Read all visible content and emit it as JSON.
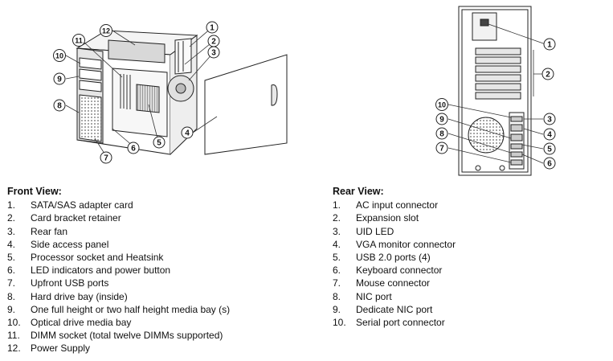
{
  "front": {
    "heading": "Front View:",
    "callouts": [
      "1",
      "2",
      "3",
      "4",
      "5",
      "6",
      "7",
      "8",
      "9",
      "10",
      "11",
      "12"
    ],
    "items": [
      {
        "num": "1.",
        "label": "SATA/SAS adapter card"
      },
      {
        "num": "2.",
        "label": "Card bracket retainer"
      },
      {
        "num": "3.",
        "label": "Rear fan"
      },
      {
        "num": "4.",
        "label": "Side access panel"
      },
      {
        "num": "5.",
        "label": "Processor socket and Heatsink"
      },
      {
        "num": "6.",
        "label": "LED indicators and power button"
      },
      {
        "num": "7.",
        "label": "Upfront USB ports"
      },
      {
        "num": "8.",
        "label": "Hard drive bay (inside)"
      },
      {
        "num": "9.",
        "label": "One full height or two half height media bay (s)"
      },
      {
        "num": "10.",
        "label": "Optical drive media bay"
      },
      {
        "num": "11.",
        "label": "DIMM socket (total twelve DIMMs supported)"
      },
      {
        "num": "12.",
        "label": "Power Supply"
      }
    ]
  },
  "rear": {
    "heading": "Rear View:",
    "callouts": [
      "1",
      "2",
      "3",
      "4",
      "5",
      "6",
      "7",
      "8",
      "9",
      "10"
    ],
    "items": [
      {
        "num": "1.",
        "label": "AC input connector"
      },
      {
        "num": "2.",
        "label": "Expansion slot"
      },
      {
        "num": "3.",
        "label": "UID LED"
      },
      {
        "num": "4.",
        "label": "VGA monitor connector"
      },
      {
        "num": "5.",
        "label": "USB 2.0 ports (4)"
      },
      {
        "num": "6.",
        "label": "Keyboard connector"
      },
      {
        "num": "7.",
        "label": "Mouse connector"
      },
      {
        "num": "8.",
        "label": "NIC port"
      },
      {
        "num": "9.",
        "label": "Dedicate NIC port"
      },
      {
        "num": "10.",
        "label": "Serial port connector"
      }
    ]
  }
}
